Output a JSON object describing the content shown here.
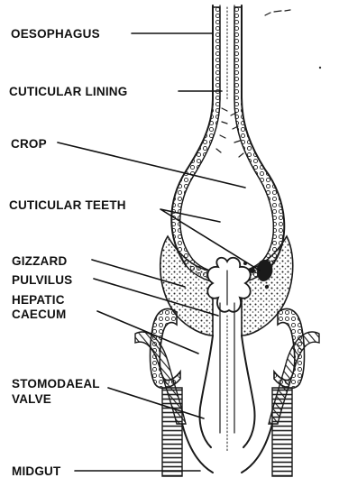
{
  "diagram": {
    "labels": {
      "oesophagus": "OESOPHAGUS",
      "cuticular_lining": "CUTICULAR LINING",
      "crop": "CROP",
      "cuticular_teeth": "CUTICULAR TEETH",
      "gizzard": "GIZZARD",
      "pulvilus": "PULVILUS",
      "hepatic_line1": "HEPATIC",
      "hepatic_line2": "CAECUM",
      "stomodaeal_line1": "STOMODAEAL",
      "stomodaeal_line2": "VALVE",
      "midgut": "MIDGUT"
    }
  }
}
